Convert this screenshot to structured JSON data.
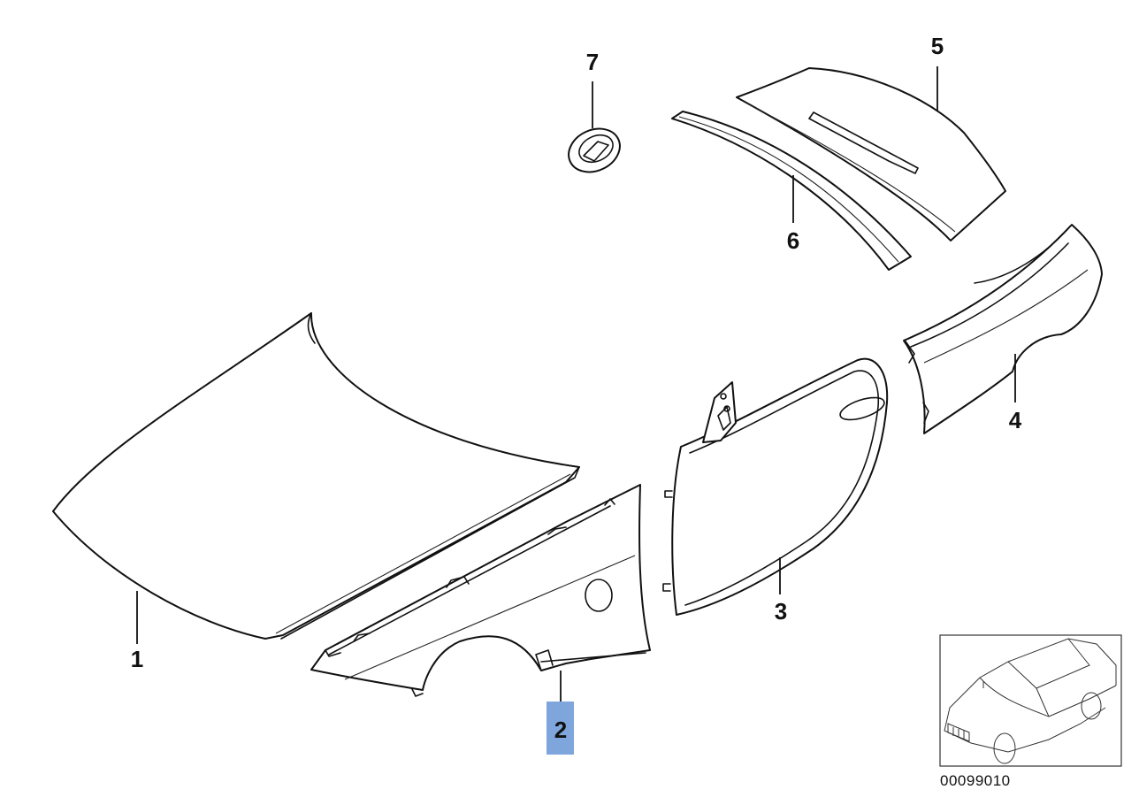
{
  "callouts": [
    {
      "id": "1",
      "label": "1",
      "highlighted": false
    },
    {
      "id": "2",
      "label": "2",
      "highlighted": true
    },
    {
      "id": "3",
      "label": "3",
      "highlighted": false
    },
    {
      "id": "4",
      "label": "4",
      "highlighted": false
    },
    {
      "id": "5",
      "label": "5",
      "highlighted": false
    },
    {
      "id": "6",
      "label": "6",
      "highlighted": false
    },
    {
      "id": "7",
      "label": "7",
      "highlighted": false
    }
  ],
  "diagram_ref": "00099010",
  "colors": {
    "highlight": "#7ea6dc",
    "line": "#111111",
    "background": "#ffffff"
  },
  "icons": {
    "thumbnail": "car-thumbnail-icon"
  }
}
